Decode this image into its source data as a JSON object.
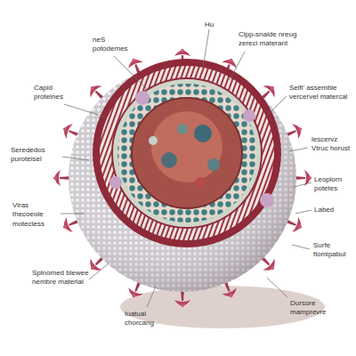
{
  "diagram": {
    "labels": [
      "Hu",
      "Clpp-snalde nreug zereci materant",
      "neS potodemes",
      "Capid proteines",
      "Serededos puroteisel",
      "Viras thecoeole motecless",
      "Splnomed blewee nembre material",
      "Iuatual chorcang",
      "Selfi' assemble vercervel matercal",
      "lescervz Vtruc horust",
      "Leoplorn potetes",
      "Labed",
      "Surfe flomipabul",
      "Dursore mamprevre"
    ]
  }
}
